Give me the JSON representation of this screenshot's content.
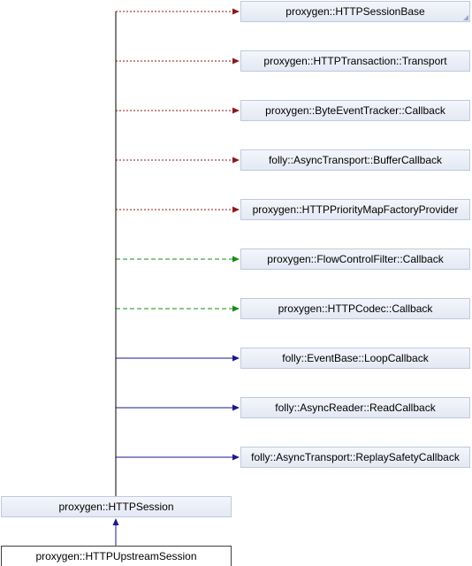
{
  "diagram": {
    "derived": "proxygen::HTTPUpstreamSession",
    "session": "proxygen::HTTPSession",
    "bases": [
      {
        "label": "proxygen::HTTPSessionBase",
        "style": "dotted",
        "color": "#8b1a1a",
        "truncated": true
      },
      {
        "label": "proxygen::HTTPTransaction::Transport",
        "style": "dotted",
        "color": "#8b1a1a"
      },
      {
        "label": "proxygen::ByteEventTracker::Callback",
        "style": "dotted",
        "color": "#8b1a1a"
      },
      {
        "label": "folly::AsyncTransport::BufferCallback",
        "style": "dotted",
        "color": "#8b1a1a"
      },
      {
        "label": "proxygen::HTTPPriorityMapFactoryProvider",
        "style": "dotted",
        "color": "#8b1a1a"
      },
      {
        "label": "proxygen::FlowControlFilter::Callback",
        "style": "dashed",
        "color": "#1a8b1a"
      },
      {
        "label": "proxygen::HTTPCodec::Callback",
        "style": "dashed",
        "color": "#1a8b1a"
      },
      {
        "label": "folly::EventBase::LoopCallback",
        "style": "solid",
        "color": "#1a1a8b"
      },
      {
        "label": "folly::AsyncReader::ReadCallback",
        "style": "solid",
        "color": "#1a1a8b"
      },
      {
        "label": "folly::AsyncTransport::ReplaySafetyCallback",
        "style": "solid",
        "color": "#1a1a8b"
      }
    ]
  }
}
